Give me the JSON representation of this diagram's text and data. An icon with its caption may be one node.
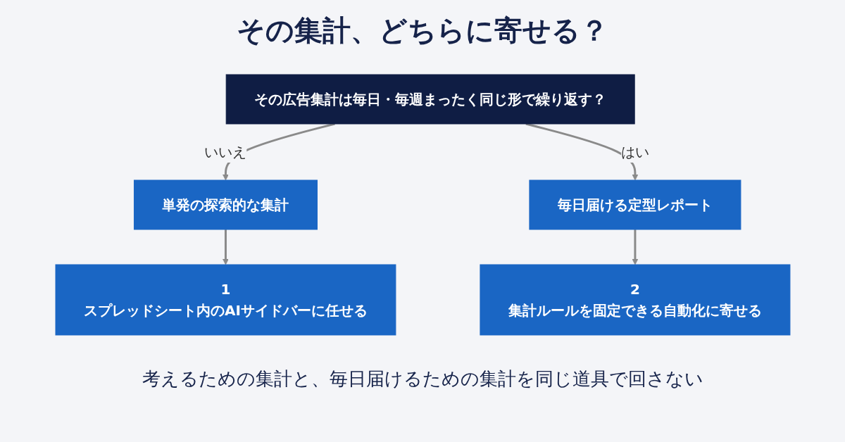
{
  "diagram": {
    "title": "その集計、どちらに寄せる？",
    "caption": "考えるための集計と、毎日届けるための集計を同じ道具で回さない",
    "nodes": [
      {
        "text": [
          "その広告集計は毎日・毎週まったく同じ形で繰り返す？"
        ]
      },
      {
        "text": [
          "単発の探索的な集計"
        ]
      },
      {
        "text": [
          "毎日届ける定型レポート"
        ]
      },
      {
        "text": [
          "1",
          "スプレッドシート内のAIサイドバーに任せる"
        ]
      },
      {
        "text": [
          "2",
          "集計ルールを固定できる自動化に寄せる"
        ]
      }
    ],
    "edges": [
      {
        "from": 0,
        "to": 1,
        "arrow": "to",
        "label": "いいえ"
      },
      {
        "from": 0,
        "to": 2,
        "arrow": "to",
        "label": "はい"
      },
      {
        "from": 1,
        "to": 3,
        "arrow": "to"
      },
      {
        "from": 2,
        "to": 4,
        "arrow": "to"
      }
    ]
  }
}
